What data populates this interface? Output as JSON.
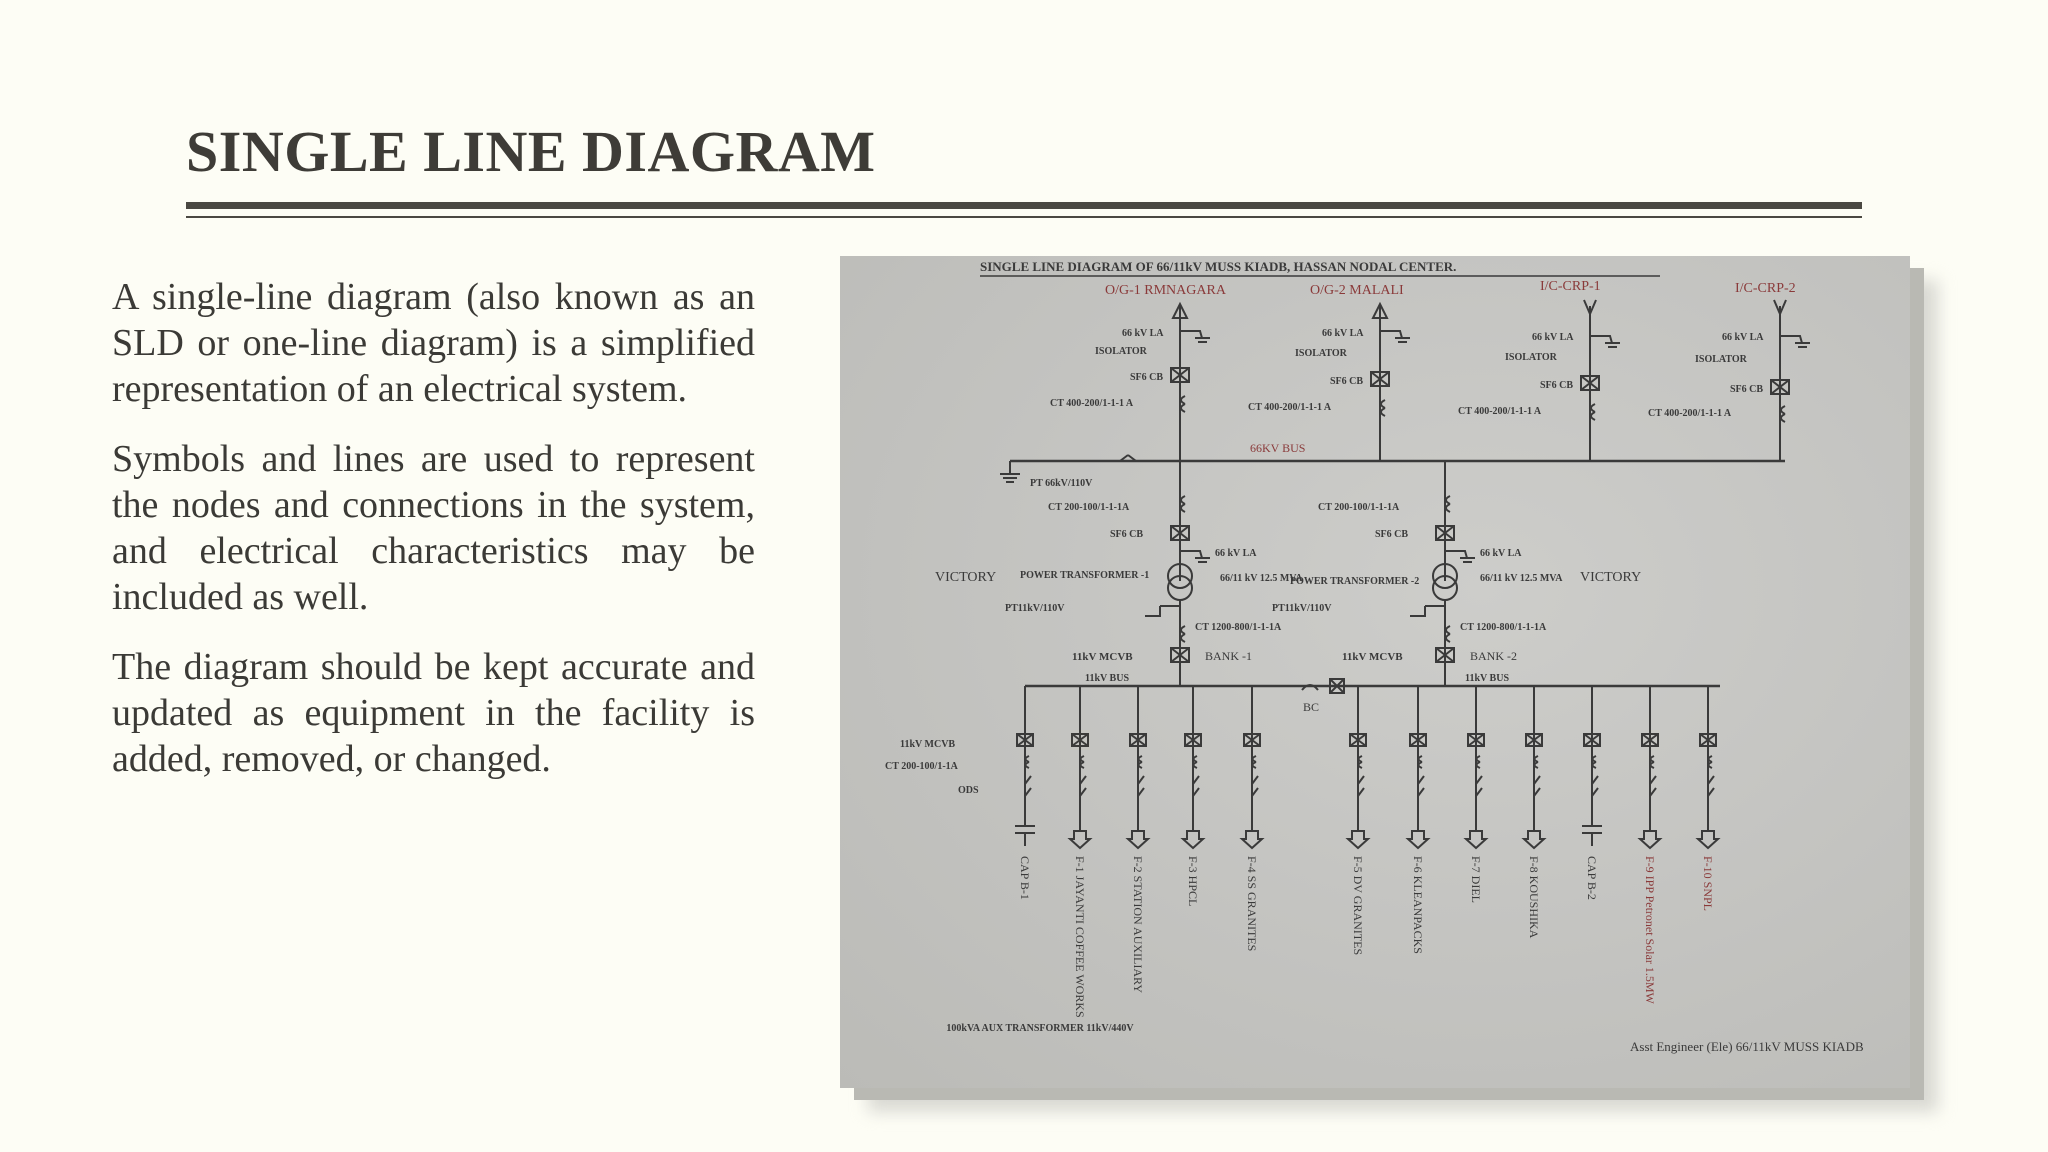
{
  "slide": {
    "title": "SINGLE LINE DIAGRAM",
    "paragraphs": [
      "A single-line diagram (also known as an SLD or one-line diagram) is a simplified representation of an electrical system.",
      "Symbols and lines are used to represent the nodes and connections in the system, and electrical characteristics may be included as well.",
      "The diagram should be kept accurate and updated as equipment in the facility is added, removed, or changed."
    ]
  },
  "diagram": {
    "heading": "SINGLE LINE DIAGRAM OF 66/11kV MUSS KIADB, HASSAN NODAL CENTER.",
    "incomers": [
      {
        "name": "O/G-1 RMNAGARA"
      },
      {
        "name": "O/G-2 MALALI"
      },
      {
        "name": "I/C-CRP-1"
      },
      {
        "name": "I/C-CRP-2"
      }
    ],
    "incomer_labels": {
      "la": "66 kV LA",
      "isolator": "ISOLATOR",
      "cb": "SF6 CB",
      "ct": "CT 400-200/1-1-1 A"
    },
    "bus_66": "66KV BUS",
    "pt_66": "PT 66kV/110V",
    "ct_transformer": "CT 200-100/1-1-1A",
    "sf6cb": "SF6 CB",
    "la_66": "66 kV LA",
    "victory": "VICTORY",
    "transformer_1": "POWER TRANSFORMER -1",
    "transformer_2": "POWER TRANSFORMER -2",
    "rating": "66/11 kV 12.5 MVA",
    "pt_11": "PT11kV/110V",
    "ct_lv": "CT 1200-800/1-1-1A",
    "mcvb": "11kV MCVB",
    "bank_1": "BANK -1",
    "bank_2": "BANK -2",
    "bus_11": "11kV BUS",
    "bc": "BC",
    "feeder_side": {
      "mcvb": "11kV MCVB",
      "ct": "CT 200-100/1-1A",
      "ods": "ODS"
    },
    "feeders": [
      {
        "label": "CAP B-1"
      },
      {
        "label": "F-1 JAYANTI COFFEE WORKS"
      },
      {
        "label": "F-2 STATION AUXILIARY"
      },
      {
        "label": "F-3 HPCL"
      },
      {
        "label": "F-4 SS GRANITES"
      },
      {
        "label": "F-5 DV GRANITES"
      },
      {
        "label": "F-6 KLEANPACKS"
      },
      {
        "label": "F-7 DIEL"
      },
      {
        "label": "F-8 KOUSHIKA"
      },
      {
        "label": "CAP B-2"
      },
      {
        "label": "F-9 IPP Petronet Solar 1.5MW"
      },
      {
        "label": "F-10 SNPL"
      }
    ],
    "aux_transformer": "100kVA AUX TRANSFORMER 11kV/440V",
    "signature": "Asst Engineer (Ele) 66/11kV MUSS KIADB",
    "colors": {
      "ink": "#3a3a3a",
      "red": "#8a3a3a",
      "paper": "#c4c4c1"
    }
  }
}
